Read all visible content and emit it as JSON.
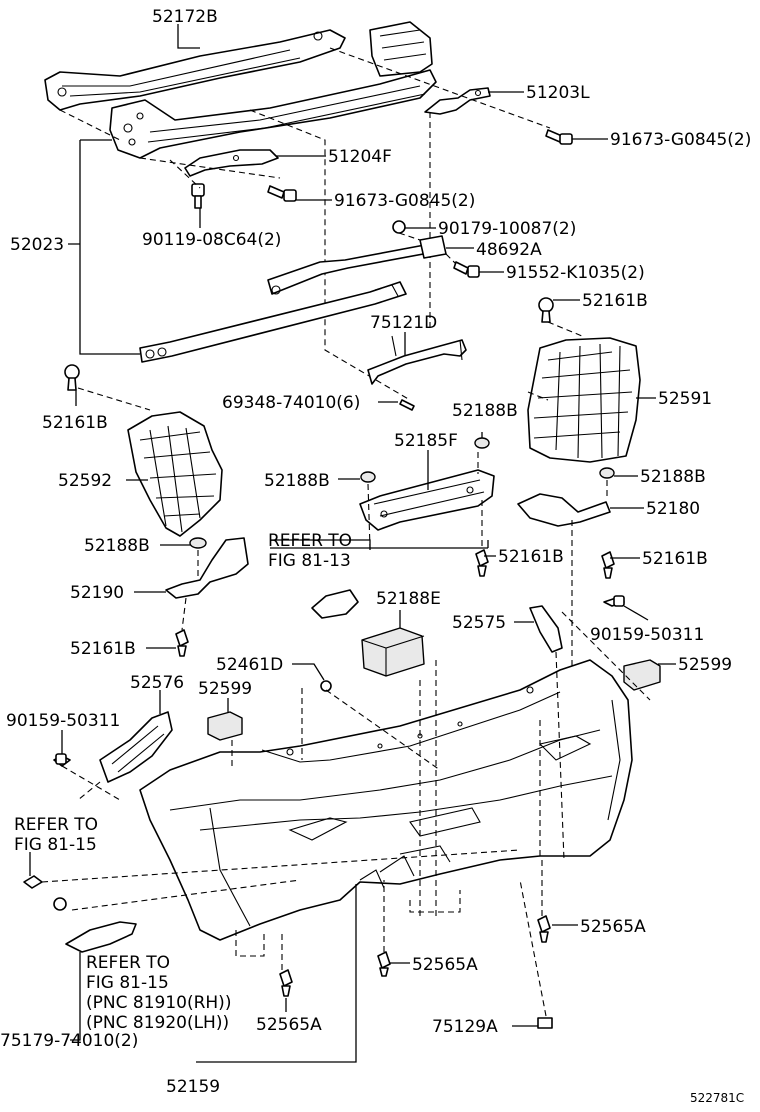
{
  "labels": {
    "p52172B": "52172B",
    "p51203L": "51203L",
    "p91673a": "91673-G0845(2)",
    "p51204F": "51204F",
    "p91673b": "91673-G0845(2)",
    "p52023": "52023",
    "p90119": "90119-08C64(2)",
    "p90179": "90179-10087(2)",
    "p48692A": "48692A",
    "p91552": "91552-K1035(2)",
    "p52161B_a": "52161B",
    "p75121D": "75121D",
    "p52591": "52591",
    "p69348": "69348-74010(6)",
    "p52161B_b": "52161B",
    "p52188B_a": "52188B",
    "p52185F": "52185F",
    "p52592": "52592",
    "p52188B_b": "52188B",
    "p52188B_c": "52188B",
    "p52180": "52180",
    "p52188B_d": "52188B",
    "refer_1313_a": "REFER TO",
    "refer_1313_b": "FIG 81-13",
    "p52161B_c": "52161B",
    "p52161B_d": "52161B",
    "p52190": "52190",
    "p52188E": "52188E",
    "p52575": "52575",
    "p90159a": "90159-50311",
    "p52161B_e": "52161B",
    "p52461D": "52461D",
    "p52599a": "52599",
    "p52576": "52576",
    "p52599b": "52599",
    "p90159b": "90159-50311",
    "refer_1315_a": "REFER TO",
    "refer_1315_b": "FIG 81-15",
    "p52565A_a": "52565A",
    "refer_pnc_a": "REFER TO",
    "refer_pnc_b": "FIG 81-15",
    "refer_pnc_c": "(PNC 81910(RH))",
    "refer_pnc_d": "(PNC 81920(LH))",
    "p52565A_b": "52565A",
    "p52565A_c": "52565A",
    "p75129A": "75129A",
    "p75179": "75179-74010(2)",
    "p52159": "52159",
    "diagram_code": "522781C"
  }
}
